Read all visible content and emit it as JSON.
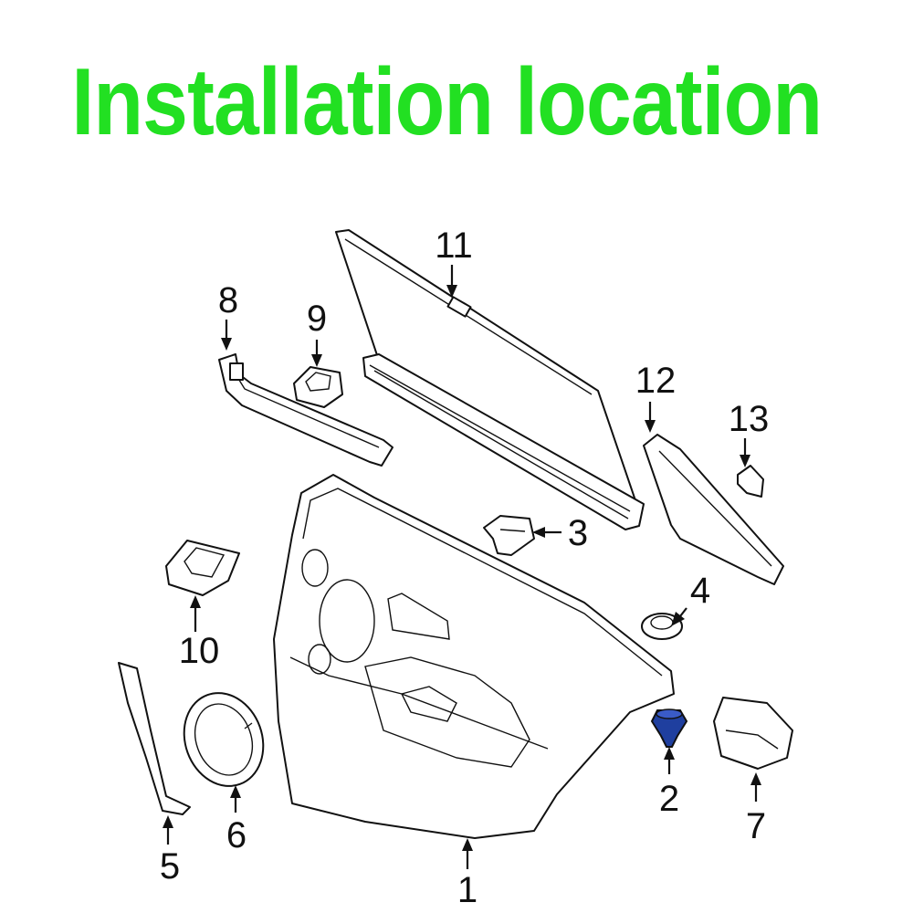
{
  "title": "Installation location",
  "highlight_color": "#22e022",
  "clip_color": "#1f3f9f",
  "callouts": {
    "c1": "1",
    "c2": "2",
    "c3": "3",
    "c4": "4",
    "c5": "5",
    "c6": "6",
    "c7": "7",
    "c8": "8",
    "c9": "9",
    "c10": "10",
    "c11": "11",
    "c12": "12",
    "c13": "13"
  }
}
